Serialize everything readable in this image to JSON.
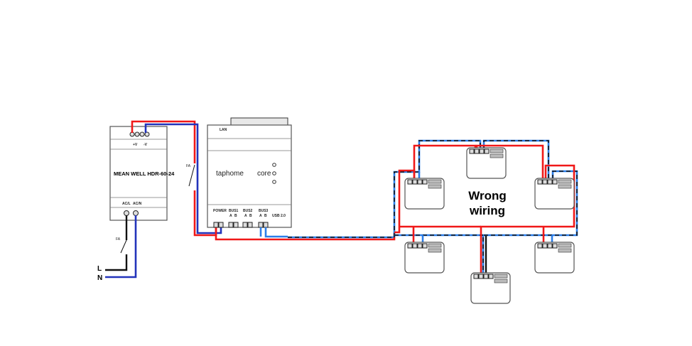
{
  "power_supply": {
    "model": "MEAN WELL HDR-60-24",
    "out_plus": "+V",
    "out_minus": "-V",
    "in_l": "AC/L",
    "in_n": "AC/N"
  },
  "mains": {
    "l": "L",
    "n": "N",
    "breaker_label": "FA"
  },
  "switch_label": "FA",
  "core": {
    "lan": "LAN",
    "brand": "taphome",
    "product": "core",
    "power": "POWER",
    "bus1": "BUS1",
    "bus2": "BUS2",
    "bus3": "BUS3",
    "usb": "USB 2.0",
    "ab": [
      "A",
      "B"
    ]
  },
  "annotation": {
    "line1": "Wrong",
    "line2": "wiring"
  },
  "colors": {
    "plus": "#f01818",
    "bus": "#2a7de8",
    "neutral": "#2233bb",
    "line": "#111111"
  }
}
